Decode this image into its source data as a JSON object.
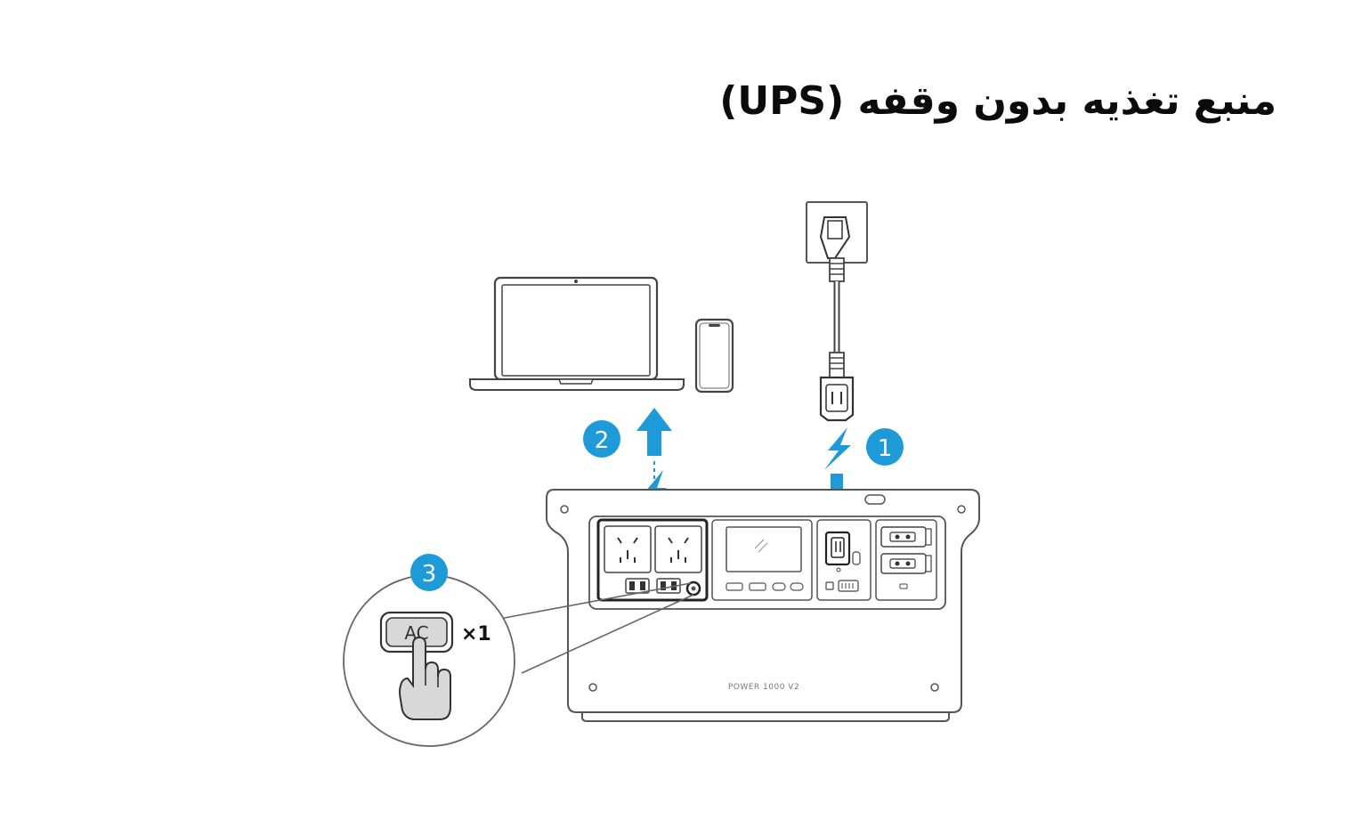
{
  "title": "منبع تغذیه بدون وقفه (UPS)",
  "device_label": "POWER 1000 V2",
  "steps": {
    "one": "1",
    "two": "2",
    "three": "3"
  },
  "ac_button_label": "AC",
  "press_count": "×1",
  "colors": {
    "accent_blue": "#1e9ad9",
    "line_gray": "#555555",
    "panel_dark": "#222222",
    "title": "#0b0b0b"
  },
  "icons": [
    "wall-socket-icon",
    "power-plug-icon",
    "laptop-icon",
    "smartphone-icon",
    "lightning-icon",
    "arrow-up-icon",
    "arrow-down-icon",
    "finger-press-icon"
  ]
}
